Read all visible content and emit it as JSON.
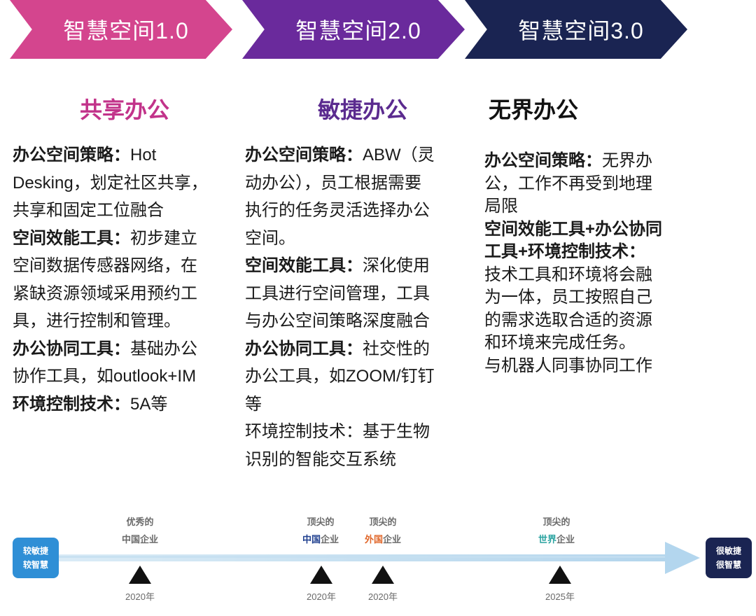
{
  "stages": [
    {
      "label": "智慧空间1.0",
      "color": "#d4458e"
    },
    {
      "label": "智慧空间2.0",
      "color": "#6a2a9c"
    },
    {
      "label": "智慧空间3.0",
      "color": "#1a2452"
    }
  ],
  "headings": [
    {
      "text": "共享办公",
      "color": "#c2338a"
    },
    {
      "text": "敏捷办公",
      "color": "#5b2b8f"
    },
    {
      "text": "无界办公",
      "color": "#111111"
    }
  ],
  "col1": {
    "l1b": "办公空间策略：",
    "l1": "Hot",
    "l2": "Desking，划定社区共享，",
    "l3": "共享和固定工位融合",
    "l4b": "空间效能工具：",
    "l4": "初步建立",
    "l5": "空间数据传感器网络，在",
    "l6": "紧缺资源领域采用预约工",
    "l7": "具，进行控制和管理。",
    "l8b": "办公协同工具：",
    "l8": "基础办公",
    "l9": "协作工具，如outlook+IM",
    "l10b": "环境控制技术：",
    "l10": "5A等"
  },
  "col2": {
    "l1b": "办公空间策略：",
    "l1": "ABW（灵",
    "l2": "动办公），员工根据需要",
    "l3": "执行的任务灵活选择办公",
    "l4": "空间。",
    "l5b": "空间效能工具：",
    "l5": "深化使用",
    "l6": "工具进行空间管理，工具",
    "l7": "与办公空间策略深度融合",
    "l8b": "办公协同工具：",
    "l8": "社交性的",
    "l9": "办公工具，如ZOOM/钉钉",
    "l10": "等",
    "l11": "环境控制技术：基于生物",
    "l12": "识别的智能交互系统"
  },
  "col3": {
    "l1b": "办公空间策略：",
    "l1": "无界办",
    "l2": "公，工作不再受到地理",
    "l3": "局限",
    "l4b": "空间效能工具+办公协同",
    "l5b": "工具+环境控制技术：",
    "l6": "技术工具和环境将会融",
    "l7": "为一体，员工按照自己",
    "l8": "的需求选取合适的资源",
    "l9": "和环境来完成任务。",
    "l10": "与机器人同事协同工作"
  },
  "timeline": {
    "start": {
      "line1": "较敏捷",
      "line2": "较智慧",
      "color": "#2f8fd6"
    },
    "end": {
      "line1": "很敏捷",
      "line2": "很智慧",
      "color": "#1a2452"
    },
    "markers": [
      {
        "top": "优秀的",
        "bottom_a": "中国",
        "bottom_b": "企业",
        "color_a": "#6a6a6a",
        "year": "2020年"
      },
      {
        "top": "顶尖的",
        "bottom_a": "中国",
        "bottom_b": "企业",
        "color_a": "#1f3f8f",
        "year": "2020年"
      },
      {
        "top": "顶尖的",
        "bottom_a": "外国",
        "bottom_b": "企业",
        "color_a": "#e0672a",
        "year": "2020年"
      },
      {
        "top": "顶尖的",
        "bottom_a": "世界",
        "bottom_b": "企业",
        "color_a": "#2aa3a0",
        "year": "2025年"
      }
    ]
  }
}
